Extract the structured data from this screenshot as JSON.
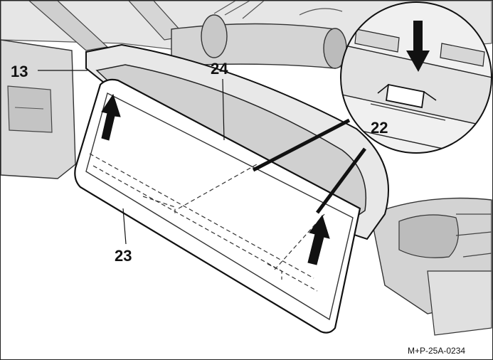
{
  "callouts": {
    "c13": "13",
    "c24": "24",
    "c22": "22",
    "c23": "23"
  },
  "figure_code": "M+P-25A-0234",
  "colors": {
    "line": "#1a1a1a",
    "gray_light": "#dcdcdc",
    "gray_mid": "#bdbdbd",
    "gray_dark": "#8f8f8f",
    "arrow": "#111111"
  }
}
